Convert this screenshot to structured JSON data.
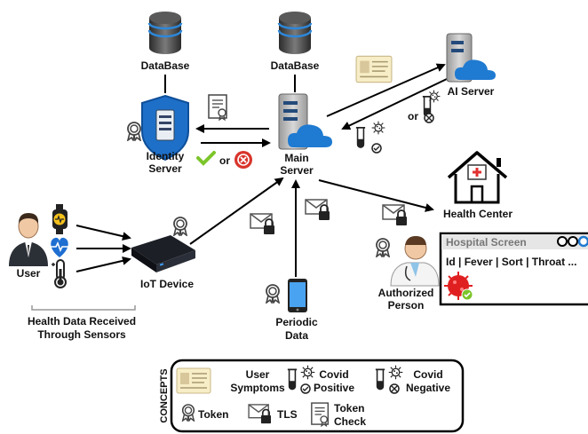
{
  "labels": {
    "database_left": "DataBase",
    "database_main": "DataBase",
    "identity_server_l1": "Identity",
    "identity_server_l2": "Server",
    "main_server_l1": "Main",
    "main_server_l2": "Server",
    "ai_server": "AI Server",
    "health_center": "Health Center",
    "iot_device": "IoT Device",
    "user": "User",
    "periodic_data_l1": "Periodic",
    "periodic_data_l2": "Data",
    "authorized_l1": "Authorized",
    "authorized_l2": "Person",
    "sensors_caption_l1": "Health Data Received",
    "sensors_caption_l2": "Through Sensors",
    "or_identity": "or",
    "or_ai": "or"
  },
  "hospital_screen": {
    "title": "Hospital Screen",
    "columns": "Id | Fever | Sort | Throat ..."
  },
  "concepts": {
    "title": "CONCEPTS",
    "user_symptoms_l1": "User",
    "user_symptoms_l2": "Symptoms",
    "covid_positive_l1": "Covid",
    "covid_positive_l2": "Positive",
    "covid_negative_l1": "Covid",
    "covid_negative_l2": "Negative",
    "token": "Token",
    "tls": "TLS",
    "token_check_l1": "Token",
    "token_check_l2": "Check"
  },
  "colors": {
    "accent_blue": "#1f7ad1",
    "shield_blue": "#1e6fc8",
    "check_green": "#7cc52a",
    "reject_red": "#d9342b",
    "virus_red": "#e02020"
  }
}
